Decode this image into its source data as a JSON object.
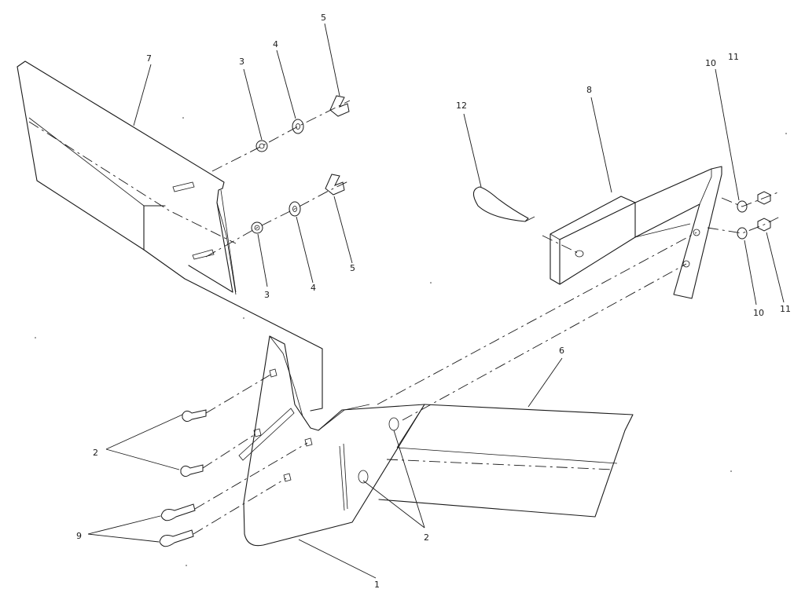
{
  "callouts": {
    "n1": "1",
    "n2a": "2",
    "n2b": "2",
    "n3a": "3",
    "n3b": "3",
    "n4a": "4",
    "n4b": "4",
    "n5a": "5",
    "n5b": "5",
    "n6": "6",
    "n7": "7",
    "n8": "8",
    "n9": "9",
    "n10a": "10",
    "n10b": "10",
    "n11a": "11",
    "n11b": "11",
    "n12": "12"
  }
}
